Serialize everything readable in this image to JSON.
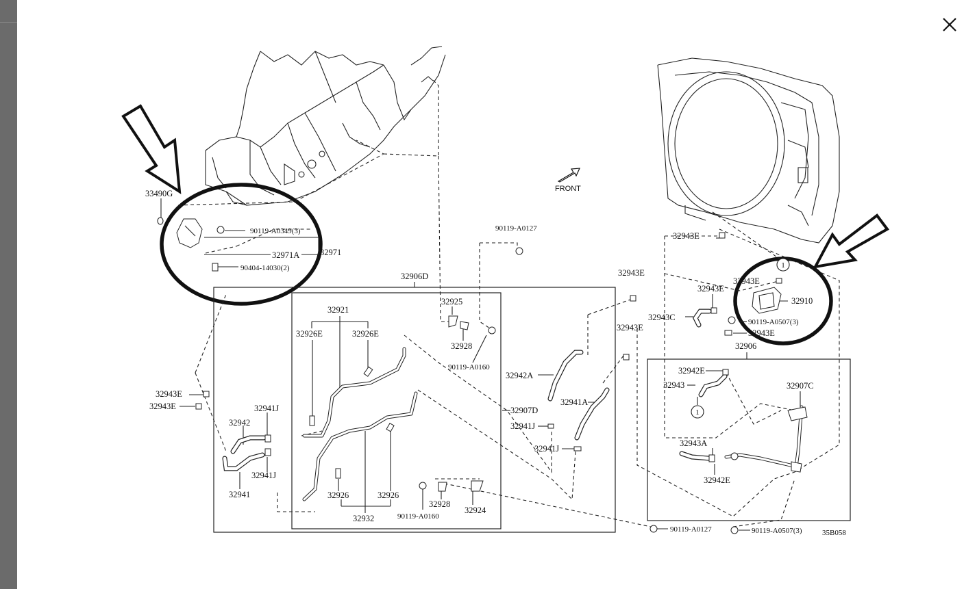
{
  "close_icon": "close-icon",
  "diagram": {
    "front_label": "FRONT",
    "figure_code": "35B058",
    "callout_number": "1",
    "labels": {
      "p33490g": "33490G",
      "p90119_a0349": "90119-A0349(3)",
      "p32971a": "32971A",
      "p32971": "32971",
      "p90404_14030": "90404-14030(2)",
      "p90119_a0127_top": "90119-A0127",
      "p32906d": "32906D",
      "p32921": "32921",
      "p32926e_l": "32926E",
      "p32926e_r": "32926E",
      "p32925": "32925",
      "p32928_top": "32928",
      "p90119_a0160_top": "90119-A0160",
      "p32942a": "32942A",
      "p32941a": "32941A",
      "p32907d": "32907D",
      "p32941j_mid1": "32941J",
      "p32941j_mid2": "32941J",
      "p32943e_l1": "32943E",
      "p32943e_l2": "32943E",
      "p32942": "32942",
      "p32941j_l1": "32941J",
      "p32941j_l2": "32941J",
      "p32941": "32941",
      "p32926_l": "32926",
      "p32926_r": "32926",
      "p32932": "32932",
      "p90119_a0160_bot": "90119-A0160",
      "p32928_bot": "32928",
      "p32924": "32924",
      "p32943e_r_top": "32943E",
      "p32943e_a": "32943E",
      "p32943e_b": "32943E",
      "p32943e_c": "32943E",
      "p32943e_d": "32943E",
      "p32943e_e": "32943E",
      "p32943c": "32943C",
      "p32910": "32910",
      "p90119_a0507_top": "90119-A0507(3)",
      "p32906": "32906",
      "p32942e_top": "32942E",
      "p32943": "32943",
      "p32907c": "32907C",
      "p32943a": "32943A",
      "p32942e_bot": "32942E",
      "p90119_a0127_bot": "90119-A0127",
      "p90119_a0507_bot": "90119-A0507(3)"
    }
  }
}
